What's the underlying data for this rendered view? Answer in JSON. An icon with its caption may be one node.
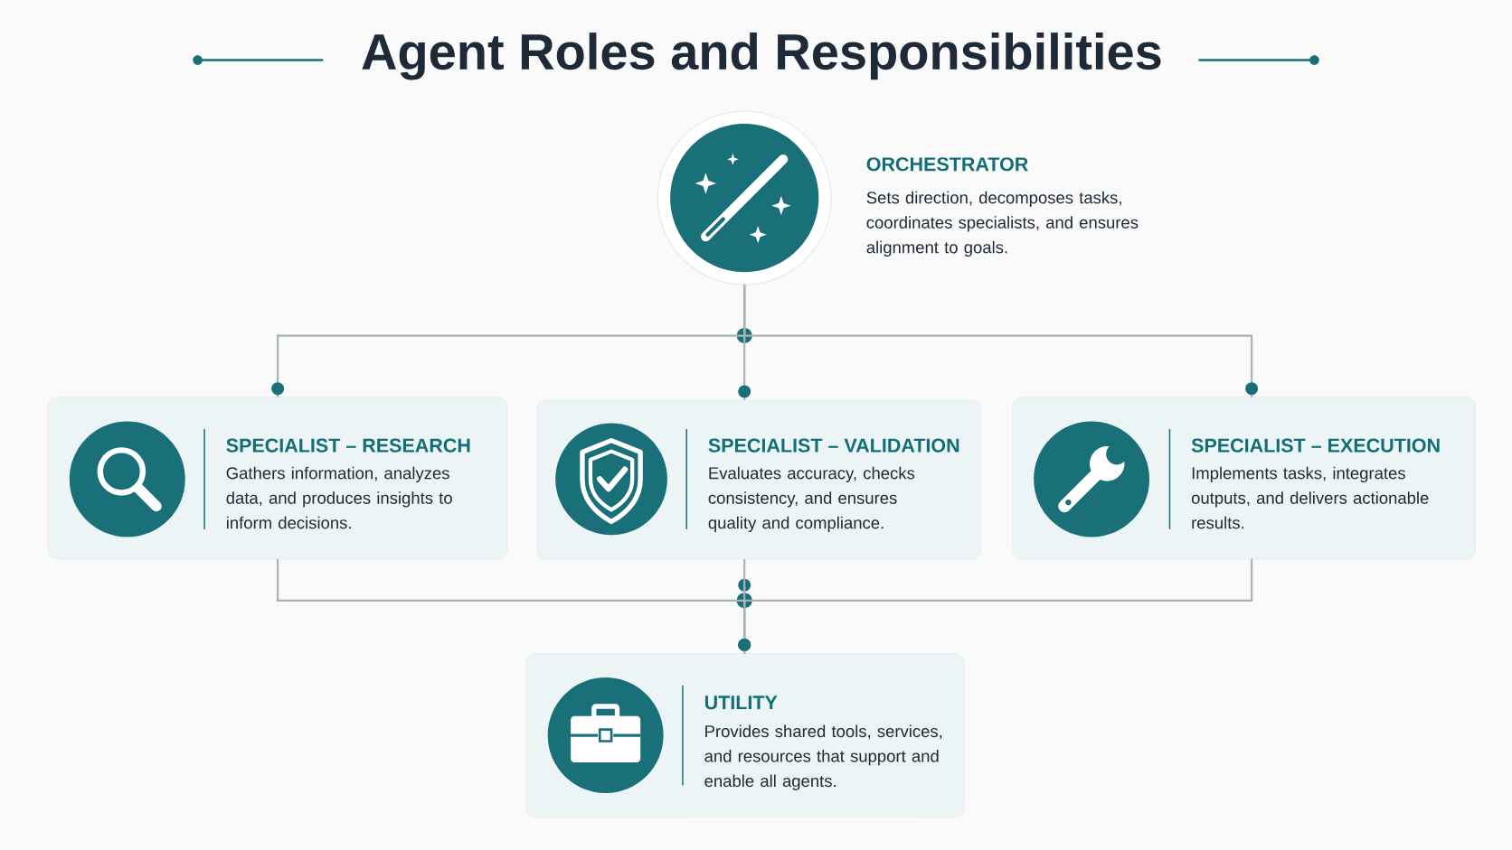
{
  "diagram": {
    "title": "Agent Roles and Responsibilities",
    "nodes": [
      {
        "text": [
          "ORCHESTRATOR",
          "Sets direction, decomposes tasks, coordinates specialists, and ensures alignment to goals."
        ]
      },
      {
        "text": [
          "SPECIALIST – RESEARCH",
          "Gathers information, analyzes data, and produces insights to inform decisions."
        ]
      },
      {
        "text": [
          "SPECIALIST – VALIDATION",
          "Evaluates accuracy, checks consistency, and ensures quality and compliance."
        ]
      },
      {
        "text": [
          "SPECIALIST – EXECUTION",
          "Implements tasks, integrates outputs, and delivers actionable results."
        ]
      },
      {
        "text": [
          "UTILITY",
          "Provides shared tools, services, and resources that support and enable all agents."
        ]
      }
    ],
    "edges": [
      {
        "from": 0,
        "to": 1,
        "arrow": "other"
      },
      {
        "from": 0,
        "to": 2,
        "arrow": "other"
      },
      {
        "from": 0,
        "to": 3,
        "arrow": "other"
      },
      {
        "from": 1,
        "to": 4,
        "arrow": "other"
      },
      {
        "from": 2,
        "to": 4,
        "arrow": "other"
      },
      {
        "from": 3,
        "to": 4,
        "arrow": "other"
      }
    ]
  }
}
